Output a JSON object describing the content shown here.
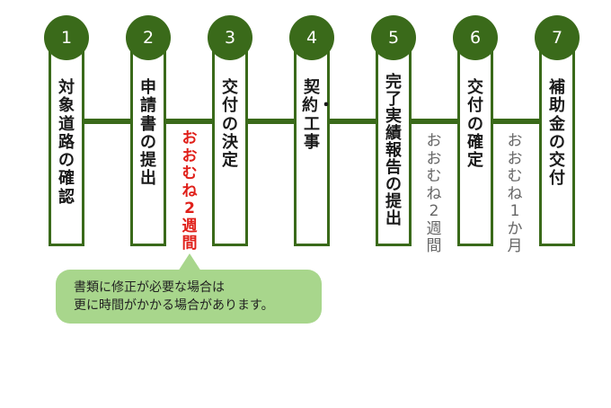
{
  "colors": {
    "step_green": "#3a6a1a",
    "note_red": "#e0201a",
    "note_gray": "#666666",
    "callout_bg": "#a8d68c"
  },
  "steps": [
    {
      "number": "1",
      "label": "対象道路の確認"
    },
    {
      "number": "2",
      "label": "申請書の提出"
    },
    {
      "number": "3",
      "label": "交付の決定"
    },
    {
      "number": "4",
      "label": "契約・工事"
    },
    {
      "number": "5",
      "label": "完了実績報告の提出"
    },
    {
      "number": "6",
      "label": "交付の確定"
    },
    {
      "number": "7",
      "label": "補助金の交付"
    }
  ],
  "durations": [
    {
      "text": "おおむね2週間"
    },
    {
      "text": "おおむね2週間"
    },
    {
      "text": "おおむね1か月"
    }
  ],
  "callout": {
    "line1": "書類に修正が必要な場合は",
    "line2": "更に時間がかかる場合があります。"
  }
}
